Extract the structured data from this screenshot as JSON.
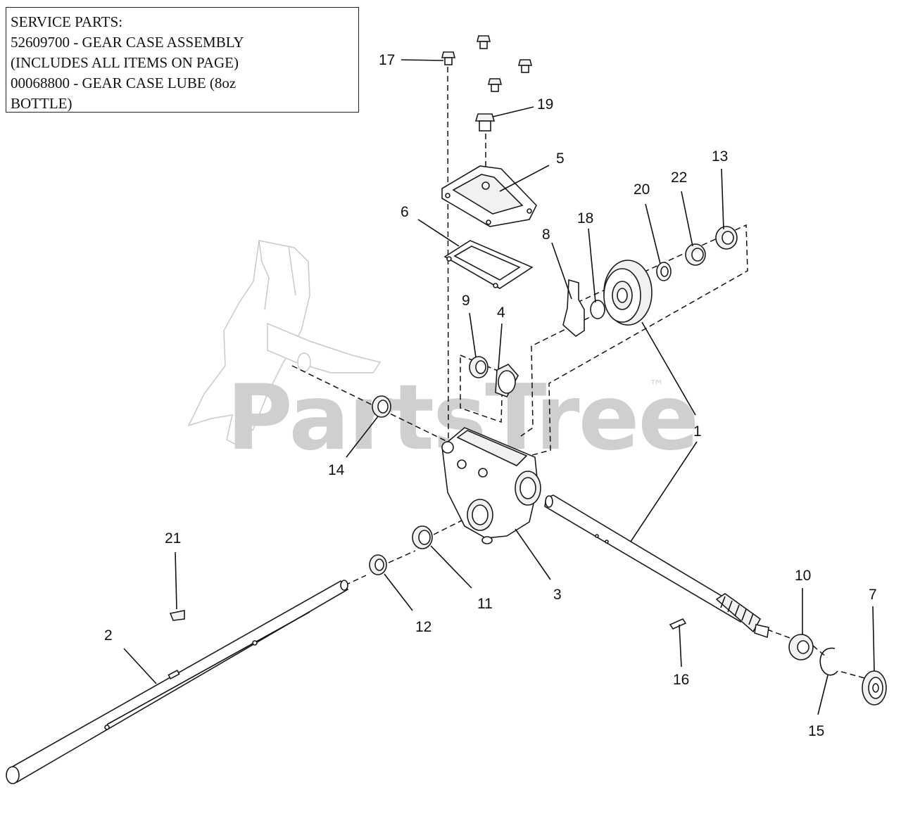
{
  "service_parts": {
    "lines": [
      "SERVICE PARTS:",
      "52609700 - GEAR CASE ASSEMBLY",
      "(INCLUDES ALL ITEMS ON PAGE)",
      "00068800 - GEAR CASE LUBE (8oz",
      "BOTTLE)"
    ]
  },
  "watermark": {
    "text": "PartsTree",
    "trademark": "™"
  },
  "callouts": {
    "c1": "1",
    "c2": "2",
    "c3": "3",
    "c4": "4",
    "c5": "5",
    "c6": "6",
    "c7": "7",
    "c8": "8",
    "c9": "9",
    "c10": "10",
    "c11": "11",
    "c12": "12",
    "c13": "13",
    "c14": "14",
    "c15": "15",
    "c16": "16",
    "c17": "17",
    "c18": "18",
    "c19": "19",
    "c20": "20",
    "c21": "21",
    "c22": "22"
  }
}
